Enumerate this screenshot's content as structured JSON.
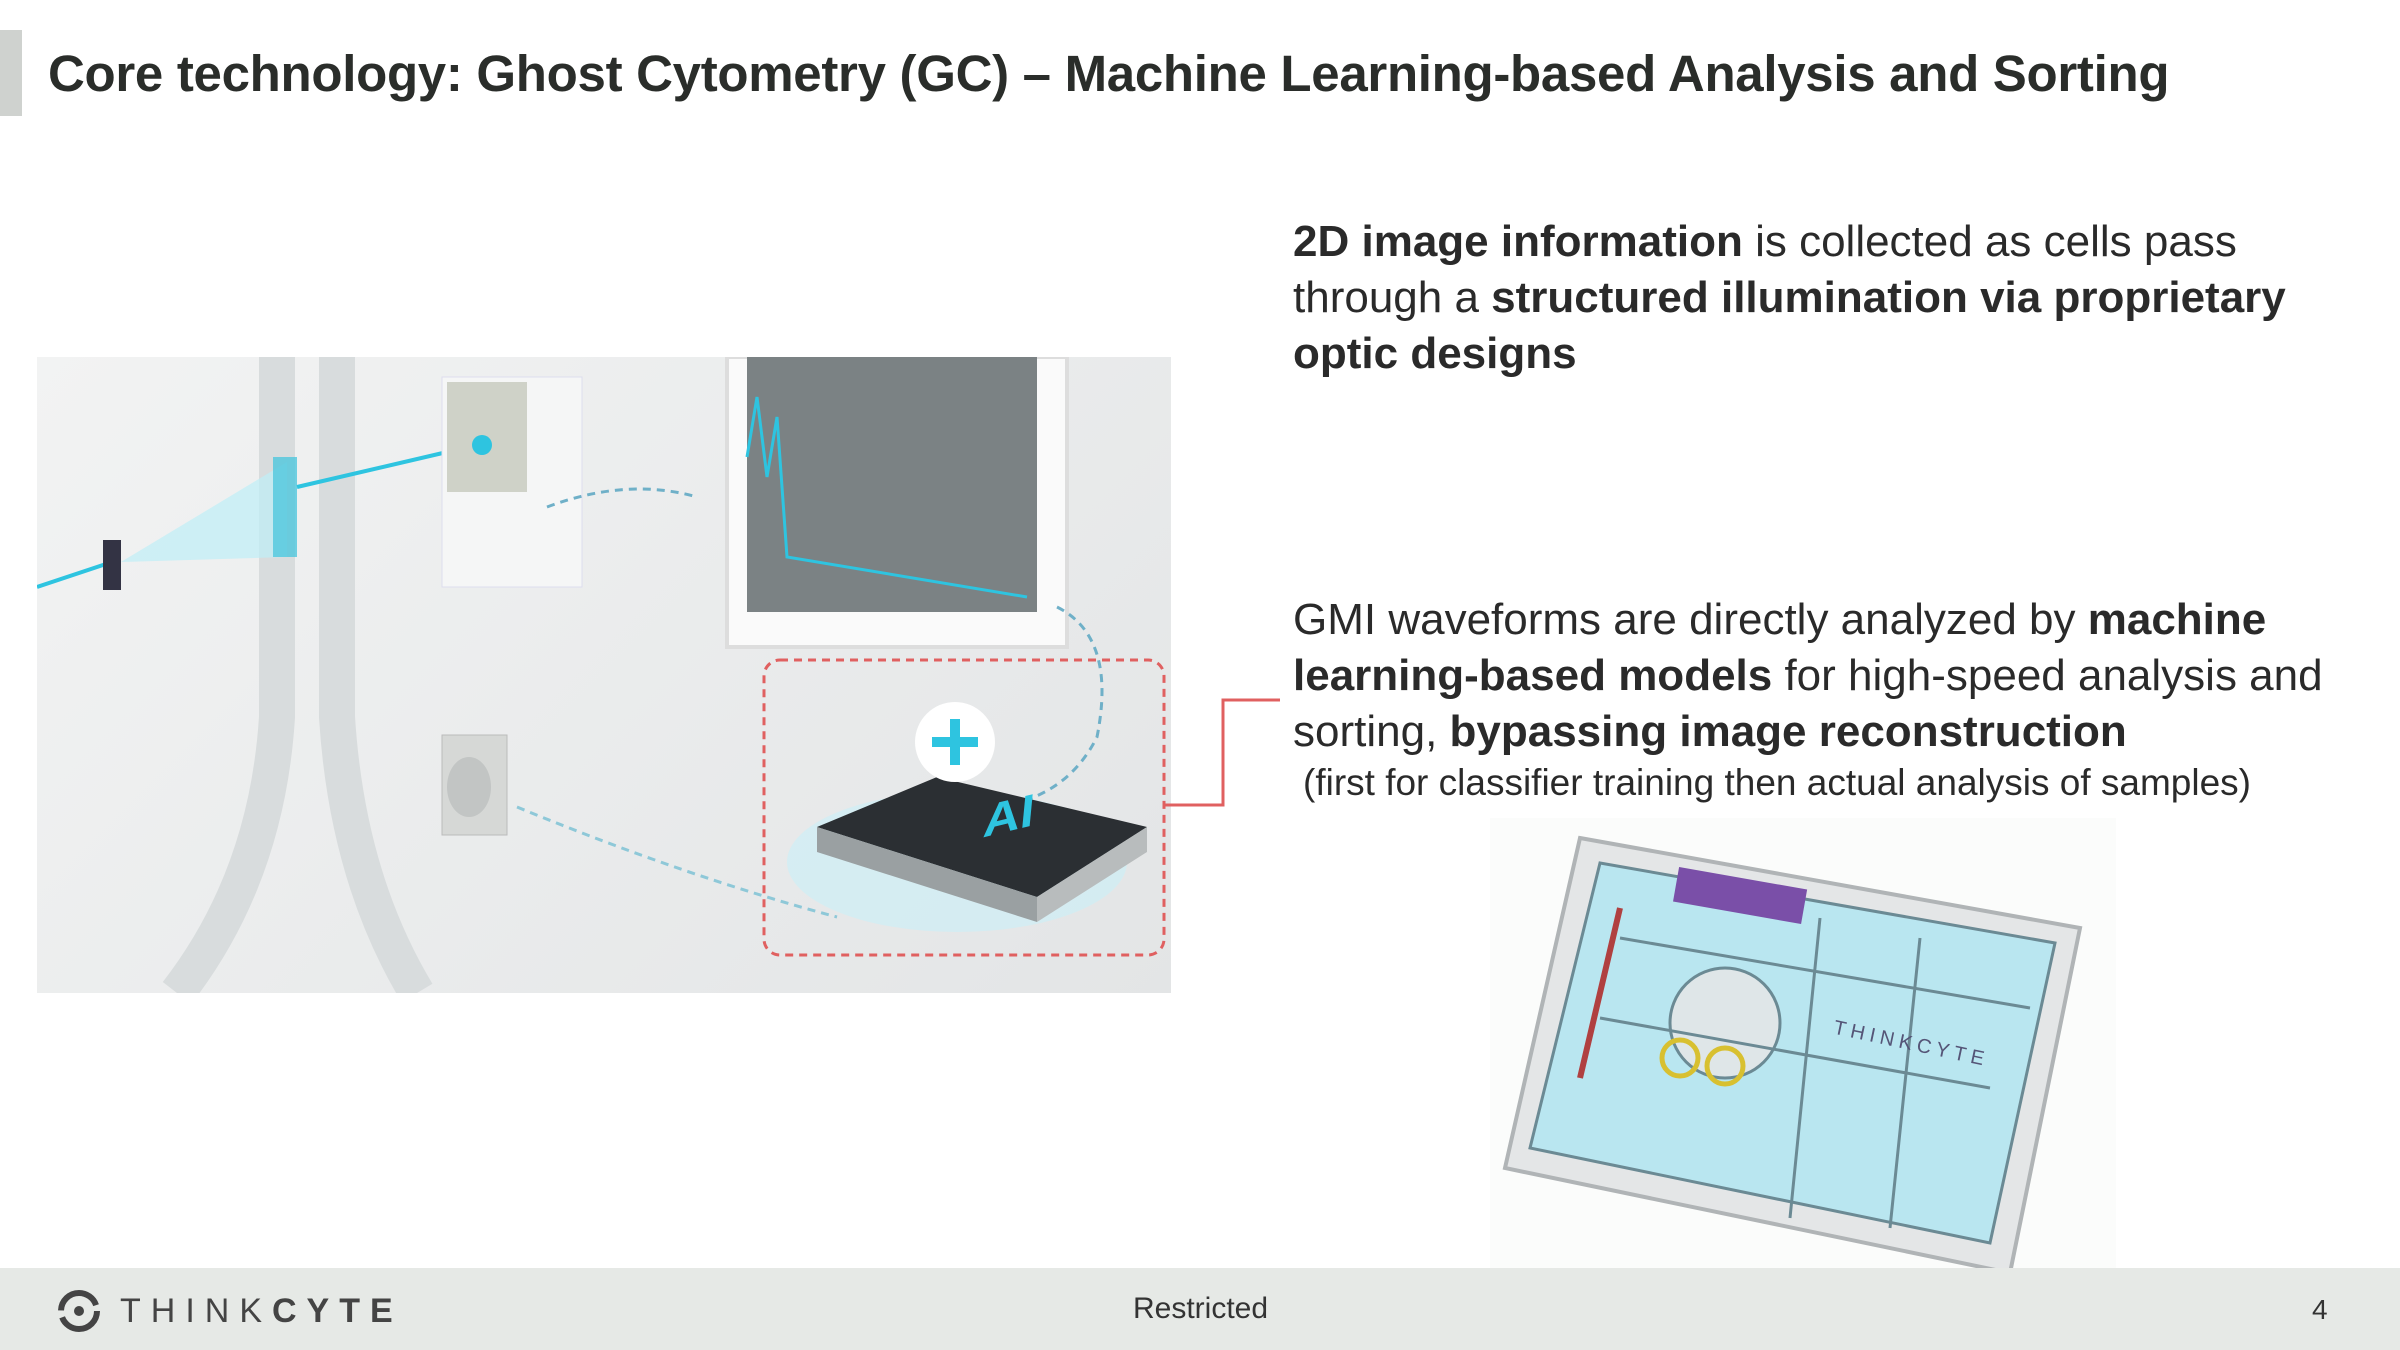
{
  "title": "Core technology: Ghost Cytometry (GC) – Machine Learning-based Analysis and Sorting",
  "point1": {
    "b1": "2D image information",
    "t1": " is collected as cells pass through a ",
    "b2": "structured illumination via proprietary optic designs"
  },
  "point2": {
    "t1": "GMI waveforms are directly analyzed by ",
    "b1": "machine learning-based models",
    "t2": " for high-speed analysis and sorting, ",
    "b2": "bypassing image reconstruction",
    "note": "(first for classifier training then actual analysis of samples)"
  },
  "illustration": {
    "chip_label": "AI"
  },
  "cartridge": {
    "brand": "THINKCYTE"
  },
  "footer": {
    "logo_light": "THINK",
    "logo_bold": "CYTE",
    "classification": "Restricted",
    "page_number": "4"
  },
  "colors": {
    "accent_cyan": "#2ec4e0",
    "connector_red": "#e06060",
    "footer_bg": "#e6e9e6"
  }
}
